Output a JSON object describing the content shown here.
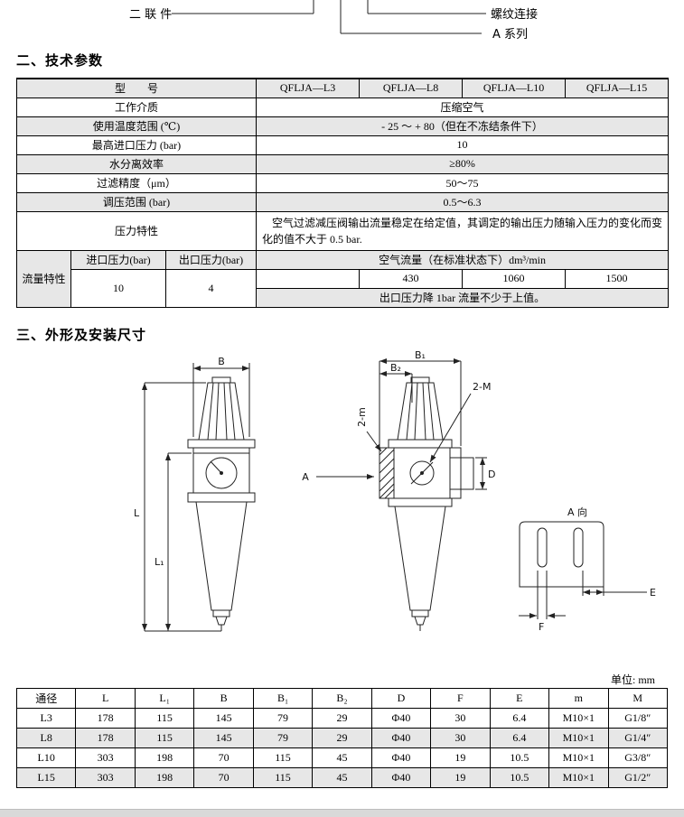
{
  "top_diagram": {
    "label_combo": "二 联 件",
    "label_thread": "螺纹连接",
    "label_series": "A 系列"
  },
  "sections": {
    "tech_params": "二、技术参数",
    "dimensions": "三、外形及安装尺寸"
  },
  "spec": {
    "model_label": "型　　号",
    "models": [
      "QFLJA—L3",
      "QFLJA—L8",
      "QFLJA—L10",
      "QFLJA—L15"
    ],
    "rows": [
      {
        "label": "工作介质",
        "value": "压缩空气"
      },
      {
        "label": "使用温度范围 (℃)",
        "value": "- 25 ～ + 80（但在不冻结条件下）"
      },
      {
        "label": "最高进口压力 (bar)",
        "value": "10"
      },
      {
        "label": "水分离效率",
        "value": "≥80%"
      },
      {
        "label": "过滤精度（μm）",
        "value": "50～75"
      },
      {
        "label": "调压范围 (bar)",
        "value": "0.5～6.3"
      }
    ],
    "pressure": {
      "label": "压力特性",
      "value": "空气过滤减压阀输出流量稳定在给定值，其调定的输出压力随输入压力的变化而变化的值不大于 0.5 bar."
    },
    "flow": {
      "label": "流量特性",
      "inlet_label": "进口压力(bar)",
      "outlet_label": "出口压力(bar)",
      "header": "空气流量（在标准状态下）dm³/min",
      "inlet_value": "10",
      "outlet_value": "4",
      "values": [
        "",
        "430",
        "1060",
        "1500"
      ],
      "note": "出口压力降 1bar 流量不少于上值。"
    }
  },
  "drawings": {
    "front": {
      "b": "B",
      "l": "L",
      "l1": "L₁"
    },
    "side": {
      "b1": "B₁",
      "b2": "B₂",
      "two_M": "2-M",
      "two_m": "2-m",
      "a": "A",
      "d": "D"
    },
    "aview": {
      "title": "A 向",
      "e": "E",
      "f": "F"
    }
  },
  "dims": {
    "unit_note": "单位: mm",
    "headers": [
      "通径",
      "L",
      "L₁",
      "B",
      "B₁",
      "B₂",
      "D",
      "F",
      "E",
      "m",
      "M"
    ],
    "rows": [
      [
        "L3",
        "178",
        "115",
        "145",
        "79",
        "29",
        "Φ40",
        "30",
        "6.4",
        "M10×1",
        "G1/8″"
      ],
      [
        "L8",
        "178",
        "115",
        "145",
        "79",
        "29",
        "Φ40",
        "30",
        "6.4",
        "M10×1",
        "G1/4″"
      ],
      [
        "L10",
        "303",
        "198",
        "70",
        "115",
        "45",
        "Φ40",
        "19",
        "10.5",
        "M10×1",
        "G3/8″"
      ],
      [
        "L15",
        "303",
        "198",
        "70",
        "115",
        "45",
        "Φ40",
        "19",
        "10.5",
        "M10×1",
        "G1/2″"
      ]
    ]
  }
}
